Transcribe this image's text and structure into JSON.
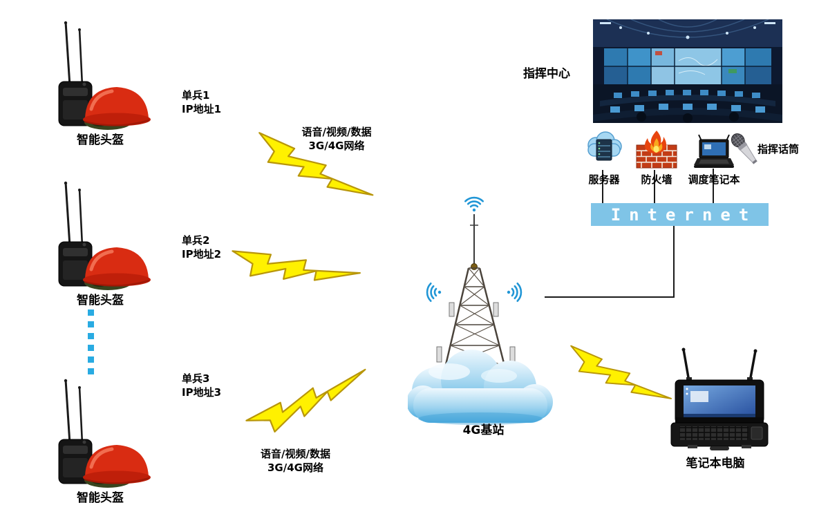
{
  "units": [
    {
      "label": "智能头盔",
      "soldier": "单兵1",
      "ip": "IP地址1"
    },
    {
      "label": "智能头盔",
      "soldier": "单兵2",
      "ip": "IP地址2"
    },
    {
      "label": "智能头盔",
      "soldier": "单兵3",
      "ip": "IP地址3"
    }
  ],
  "links": {
    "top": {
      "line1": "语音/视频/数据",
      "line2": "3G/4G网络"
    },
    "bottom": {
      "line1": "语音/视频/数据",
      "line2": "3G/4G网络"
    }
  },
  "base_station": {
    "label": "4G基站"
  },
  "command_center": {
    "label": "指挥中心"
  },
  "infrastructure": {
    "server": "服务器",
    "firewall": "防火墙",
    "dispatch_laptop": "调度笔记本",
    "command_mic": "指挥话筒",
    "internet": "Internet"
  },
  "field_laptop": {
    "label": "笔记本电脑"
  },
  "colors": {
    "bolt_fill": "#fff100",
    "bolt_outline": "#b8960a",
    "internet_banner_bg": "#7fc4e7",
    "dashed_line_blue": "#29abe2",
    "helmet_red": "#d92c12",
    "cloud_blue": "#5cb6e6",
    "brick_red": "#c23c16"
  }
}
